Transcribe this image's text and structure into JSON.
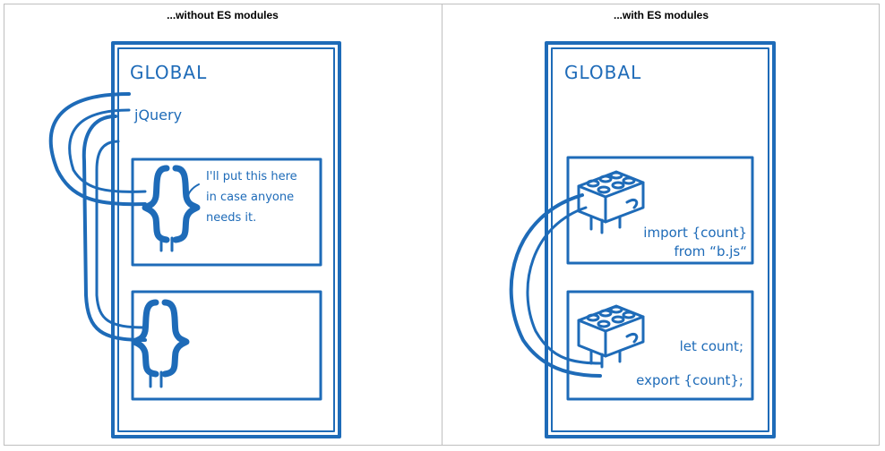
{
  "colors": {
    "ink": "#1e6bb8",
    "border": "#bfbfbf",
    "header_text": "#000000"
  },
  "left_panel": {
    "title": "...without ES modules",
    "global_label": "GLOBAL",
    "jquery_label": "jQuery",
    "note_lines": [
      "I'll put this here",
      "in case anyone",
      "needs it."
    ]
  },
  "right_panel": {
    "title": "...with ES modules",
    "global_label": "GLOBAL",
    "import_lines": [
      "import {count}",
      "from “b.js“"
    ],
    "module_lines": [
      "let count;",
      "export {count};"
    ]
  }
}
